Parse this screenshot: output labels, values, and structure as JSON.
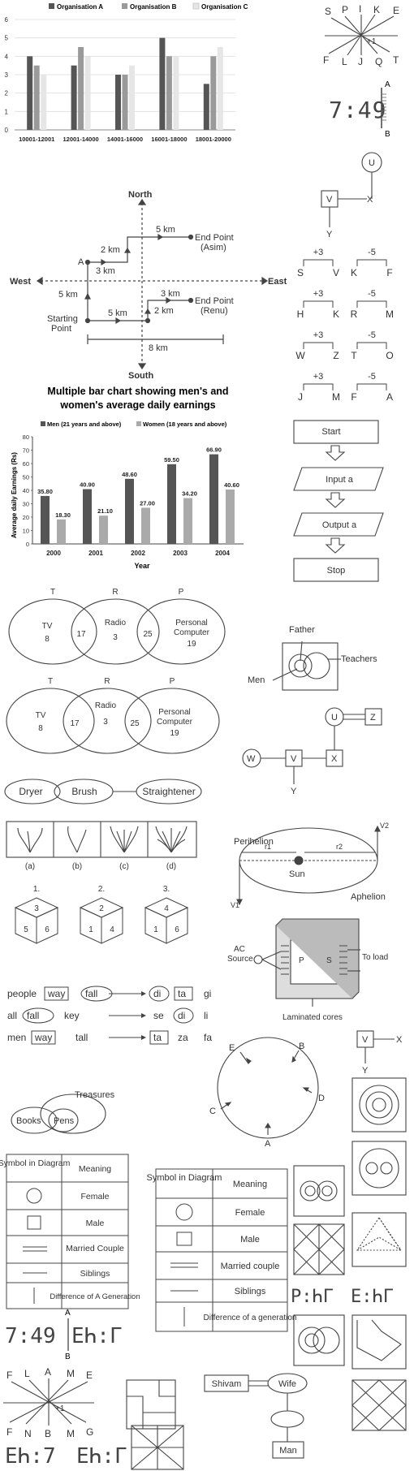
{
  "org_chart": {
    "legend": [
      "Organisation A",
      "Organisation B",
      "Organisation C"
    ],
    "colors": [
      "#555555",
      "#9a9a9a",
      "#e6e6e6"
    ],
    "y_ticks": [
      "0",
      "1",
      "2",
      "3",
      "4",
      "5",
      "6"
    ]
  },
  "chart_data": [
    {
      "type": "bar",
      "categories": [
        "10001-12001",
        "12001-14000",
        "14001-16000",
        "16001-18000",
        "18001-20000"
      ],
      "series": [
        {
          "name": "Organisation A",
          "values": [
            4,
            3.5,
            3,
            5,
            2.5
          ]
        },
        {
          "name": "Organisation B",
          "values": [
            3.5,
            4.5,
            3,
            4,
            4
          ]
        },
        {
          "name": "Organisation C",
          "values": [
            3,
            4,
            3.5,
            4,
            4.5
          ]
        }
      ],
      "ylim": [
        0,
        6
      ],
      "legend_position": "top"
    },
    {
      "type": "bar",
      "title": "Multiple bar chart showing men's and women's average daily earnings",
      "categories": [
        "2000",
        "2001",
        "2002",
        "2003",
        "2004"
      ],
      "series": [
        {
          "name": "Men (21 years and above)",
          "values": [
            35.8,
            40.9,
            48.6,
            59.5,
            66.9
          ]
        },
        {
          "name": "Women (18 years and above)",
          "values": [
            18.3,
            21.1,
            27.0,
            34.2,
            40.6
          ]
        }
      ],
      "xlabel": "Year",
      "ylabel": "Average daily Earnings (Rs)",
      "ylim": [
        0,
        80
      ],
      "legend_position": "top"
    }
  ],
  "earnings_chart": {
    "title_line1": "Multiple bar chart showing men's and",
    "title_line2": "women's average daily earnings",
    "men_label": "Men (21 years and above)",
    "women_label": "Women (18 years and above)",
    "men_values_text": [
      "35.80",
      "40.90",
      "48.60",
      "59.50",
      "66.90"
    ],
    "women_values_text": [
      "18.30",
      "21.10",
      "27.00",
      "34.20",
      "40.60"
    ],
    "y_ticks": [
      "0",
      "10",
      "20",
      "30",
      "40",
      "50",
      "60",
      "70",
      "80"
    ],
    "xlabel": "Year",
    "ylabel": "Average daily Earnings (Rs)",
    "colors": [
      "#555555",
      "#aaaaaa"
    ]
  },
  "compass_map": {
    "north": "North",
    "south": "South",
    "west": "West",
    "east": "East",
    "a_label": "A",
    "start_line1": "Starting",
    "start_line2": "Point",
    "asim_line1": "End Point",
    "asim_line2": "(Asim)",
    "renu_line1": "End Point",
    "renu_line2": "(Renu)",
    "d_5km_top": "5 km",
    "d_2km_a": "2 km",
    "d_3km_a": "3 km",
    "d_5km_left": "5 km",
    "d_5km_mid": "5 km",
    "d_3km_renu": "3 km",
    "d_2km_renu": "2 km",
    "d_8km": "8 km"
  },
  "star_top": {
    "top": [
      "S",
      "P",
      "I",
      "K",
      "E"
    ],
    "bottom": [
      "F",
      "L",
      "J",
      "Q",
      "T"
    ],
    "mark": "+1"
  },
  "clock_top": {
    "time": "7:49",
    "mirror_a": "A",
    "mirror_b": "B"
  },
  "uvx_diagram": {
    "u": "U",
    "v": "V",
    "x": "X",
    "y": "Y"
  },
  "letter_pairs": [
    {
      "op1": "+3",
      "a1": "S",
      "b1": "V",
      "op2": "-5",
      "a2": "K",
      "b2": "F"
    },
    {
      "op1": "+3",
      "a1": "H",
      "b1": "K",
      "op2": "-5",
      "a2": "R",
      "b2": "M"
    },
    {
      "op1": "+3",
      "a1": "W",
      "b1": "Z",
      "op2": "-5",
      "a2": "T",
      "b2": "O"
    },
    {
      "op1": "+3",
      "a1": "J",
      "b1": "M",
      "op2": "-5",
      "a2": "F",
      "b2": "A"
    }
  ],
  "flowchart": {
    "start": "Start",
    "input": "Input a",
    "output": "Output a",
    "stop": "Stop"
  },
  "venn_media_1": {
    "t": "T",
    "r": "R",
    "p": "P",
    "tv": "TV",
    "tv_n": "8",
    "tr": "17",
    "radio": "Radio",
    "radio_n": "3",
    "rp": "25",
    "pc1": "Personal",
    "pc2": "Computer",
    "pc_n": "19"
  },
  "venn_media_2": {
    "t": "T",
    "r": "R",
    "p": "P",
    "tv": "TV",
    "tv_n": "8",
    "tr": "17",
    "radio": "Radio",
    "radio_n": "3",
    "rp": "25",
    "pc1": "Personal",
    "pc2": "Computer",
    "pc_n": "19"
  },
  "father_venn": {
    "father": "Father",
    "teachers": "Teachers",
    "men": "Men"
  },
  "uzwvxy": {
    "u": "U",
    "z": "Z",
    "w": "W",
    "v": "V",
    "x": "X",
    "y": "Y"
  },
  "dryer_chain": {
    "dryer": "Dryer",
    "brush": "Brush",
    "straightener": "Straightener"
  },
  "figure_options": [
    "(a)",
    "(b)",
    "(c)",
    "(d)"
  ],
  "orbit": {
    "perihelion": "Perihelion",
    "sun": "Sun",
    "aphelion": "Aphelion",
    "r1": "r1",
    "r2": "r2",
    "v1": "V1",
    "v2": "V2"
  },
  "dice": [
    {
      "label": "1.",
      "top": "3",
      "left": "5",
      "right": "6"
    },
    {
      "label": "2.",
      "top": "2",
      "left": "1",
      "right": "4"
    },
    {
      "label": "3.",
      "top": "4",
      "left": "1",
      "right": "6"
    }
  ],
  "transformer": {
    "ac1": "AC",
    "ac2": "Source",
    "p": "P",
    "s": "S",
    "load": "To load",
    "cores": "Laminated cores"
  },
  "coded": {
    "row1": [
      "people",
      "way",
      "fall",
      "di",
      "ta",
      "gi"
    ],
    "row2": [
      "all",
      "fall",
      "key",
      "se",
      "di",
      "li"
    ],
    "row3": [
      "men",
      "way",
      "tall",
      "ta",
      "za",
      "fa"
    ]
  },
  "circle_dir": {
    "e": "E",
    "b": "B",
    "c": "C",
    "d": "D",
    "a": "A"
  },
  "vxy": {
    "v": "V",
    "x": "X",
    "y": "Y"
  },
  "books_venn": {
    "treasures": "Treasures",
    "books": "Books",
    "pens": "Pens"
  },
  "symbols_table_1": {
    "headers": [
      "Symbol in Diagram",
      "Meaning"
    ],
    "rows": [
      "Female",
      "Male",
      "Married Couple",
      "Siblings",
      "Difference of A Generation"
    ]
  },
  "symbols_table_2": {
    "headers": [
      "Symbol in Diagram",
      "Meaning"
    ],
    "rows": [
      "Female",
      "Male",
      "Married couple",
      "Siblings",
      "Difference of a generation"
    ]
  },
  "clock_bottom": {
    "time": "7:49",
    "mirror": "ЕҺ:Г",
    "a": "A",
    "b": "B"
  },
  "star_bottom": {
    "top": [
      "F",
      "L",
      "A",
      "M",
      "E"
    ],
    "bottom": [
      "F",
      "N",
      "B",
      "M",
      "G"
    ],
    "mark": "+1"
  },
  "mirror_bottom": [
    "ЕҺ:7",
    "ЕҺ:Г"
  ],
  "mirror_right": [
    "Р:ҺГ",
    "Е:ҺГ"
  ],
  "shivam": {
    "shivam": "Shivam",
    "wife": "Wife",
    "man": "Man"
  }
}
